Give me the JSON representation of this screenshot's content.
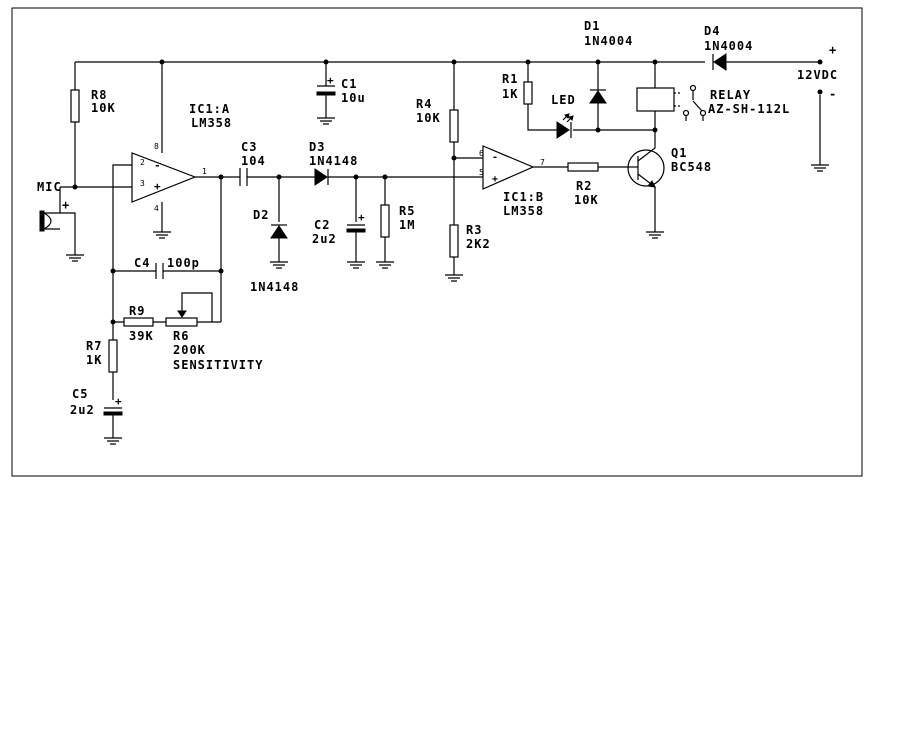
{
  "labels": {
    "mic": "MIC",
    "mic_plus": "+",
    "r8_ref": "R8",
    "r8_val": "10K",
    "ic1a_ref": "IC1:A",
    "ic1a_val": "LM358",
    "ic1a_pin2": "2",
    "ic1a_pin3": "3",
    "ic1a_pin1": "1",
    "ic1a_pin8": "8",
    "ic1a_pin4": "4",
    "c1_ref": "C1",
    "c1_val": "10u",
    "c3_ref": "C3",
    "c3_val": "104",
    "d3_ref": "D3",
    "d3_val": "1N4148",
    "d2_ref": "D2",
    "d2_val": "1N4148",
    "c2_ref": "C2",
    "c2_val": "2u2",
    "r5_ref": "R5",
    "r5_val": "1M",
    "c4_ref": "C4",
    "c4_val": "100p",
    "r9_ref": "R9",
    "r9_val": "39K",
    "r6_ref": "R6",
    "r6_val": "200K",
    "r6_name": "SENSITIVITY",
    "r7_ref": "R7",
    "r7_val": "1K",
    "c5_ref": "C5",
    "c5_val": "2u2",
    "r4_ref": "R4",
    "r4_val": "10K",
    "r3_ref": "R3",
    "r3_val": "2K2",
    "ic1b_ref": "IC1:B",
    "ic1b_val": "LM358",
    "ic1b_pin6": "6",
    "ic1b_pin5": "5",
    "ic1b_pin7": "7",
    "r1_ref": "R1",
    "r1_val": "1K",
    "led": "LED",
    "d1_ref": "D1",
    "d1_val": "1N4004",
    "d4_ref": "D4",
    "d4_val": "1N4004",
    "relay_ref": "RELAY",
    "relay_val": "AZ-SH-112L",
    "q1_ref": "Q1",
    "q1_val": "BC548",
    "r2_ref": "R2",
    "r2_val": "10K",
    "supply": "12VDC",
    "supply_plus": "+",
    "supply_minus": "-"
  }
}
